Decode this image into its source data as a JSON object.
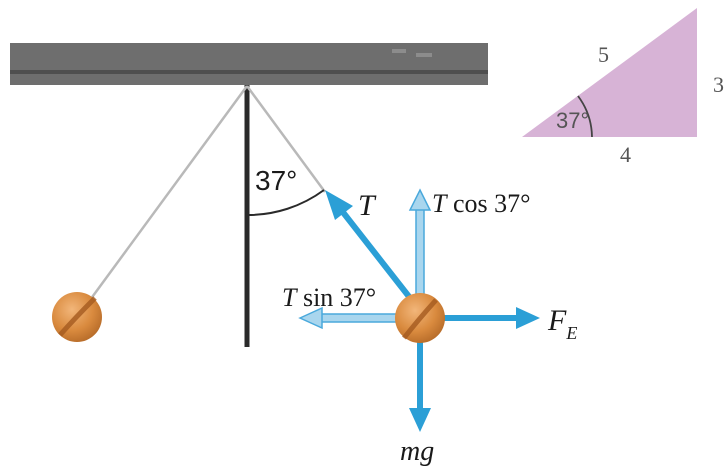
{
  "diagram": {
    "angle_label": "37°",
    "forces": {
      "tension": "T",
      "vertical_component": "T cos 37°",
      "horizontal_component": "T sin 37°",
      "electric_force_base": "F",
      "electric_force_sub": "E",
      "weight": "mg"
    },
    "triangle": {
      "hypotenuse": "5",
      "opposite": "3",
      "adjacent": "4",
      "angle": "37°"
    },
    "colors": {
      "ceiling": "#6e6e6e",
      "ceiling_stripe": "#505050",
      "string": "#b9b9b9",
      "vertical_line": "#2a2a2a",
      "force_arrow": "#2b9fd6",
      "component_arrow": "#a9d6ee",
      "component_outline": "#4aa9dc",
      "ball": "#d98a3e",
      "ball_dark": "#a45a1f",
      "triangle_fill": "#d7b3d6"
    }
  }
}
